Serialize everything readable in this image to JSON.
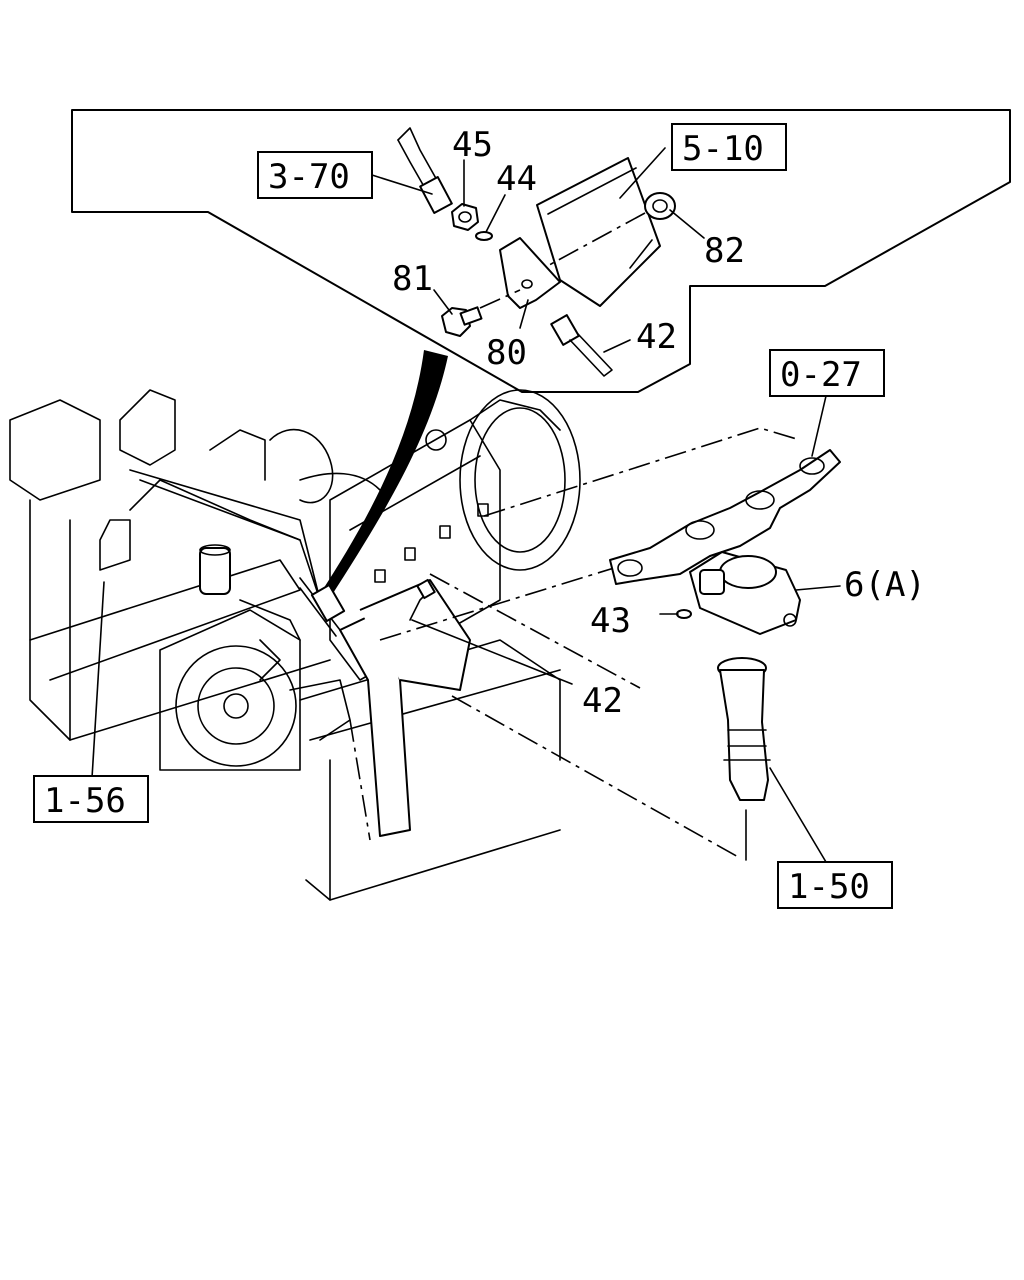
{
  "diagram": {
    "boxed_references": {
      "ref_3_70": "3-70",
      "ref_5_10": "5-10",
      "ref_0_27": "0-27",
      "ref_1_56": "1-56",
      "ref_1_50": "1-50"
    },
    "callouts": {
      "c45": "45",
      "c44": "44",
      "c82": "82",
      "c81": "81",
      "c80": "80",
      "c42_top": "42",
      "c6a": "6(A)",
      "c43": "43",
      "c42_mid": "42"
    }
  }
}
